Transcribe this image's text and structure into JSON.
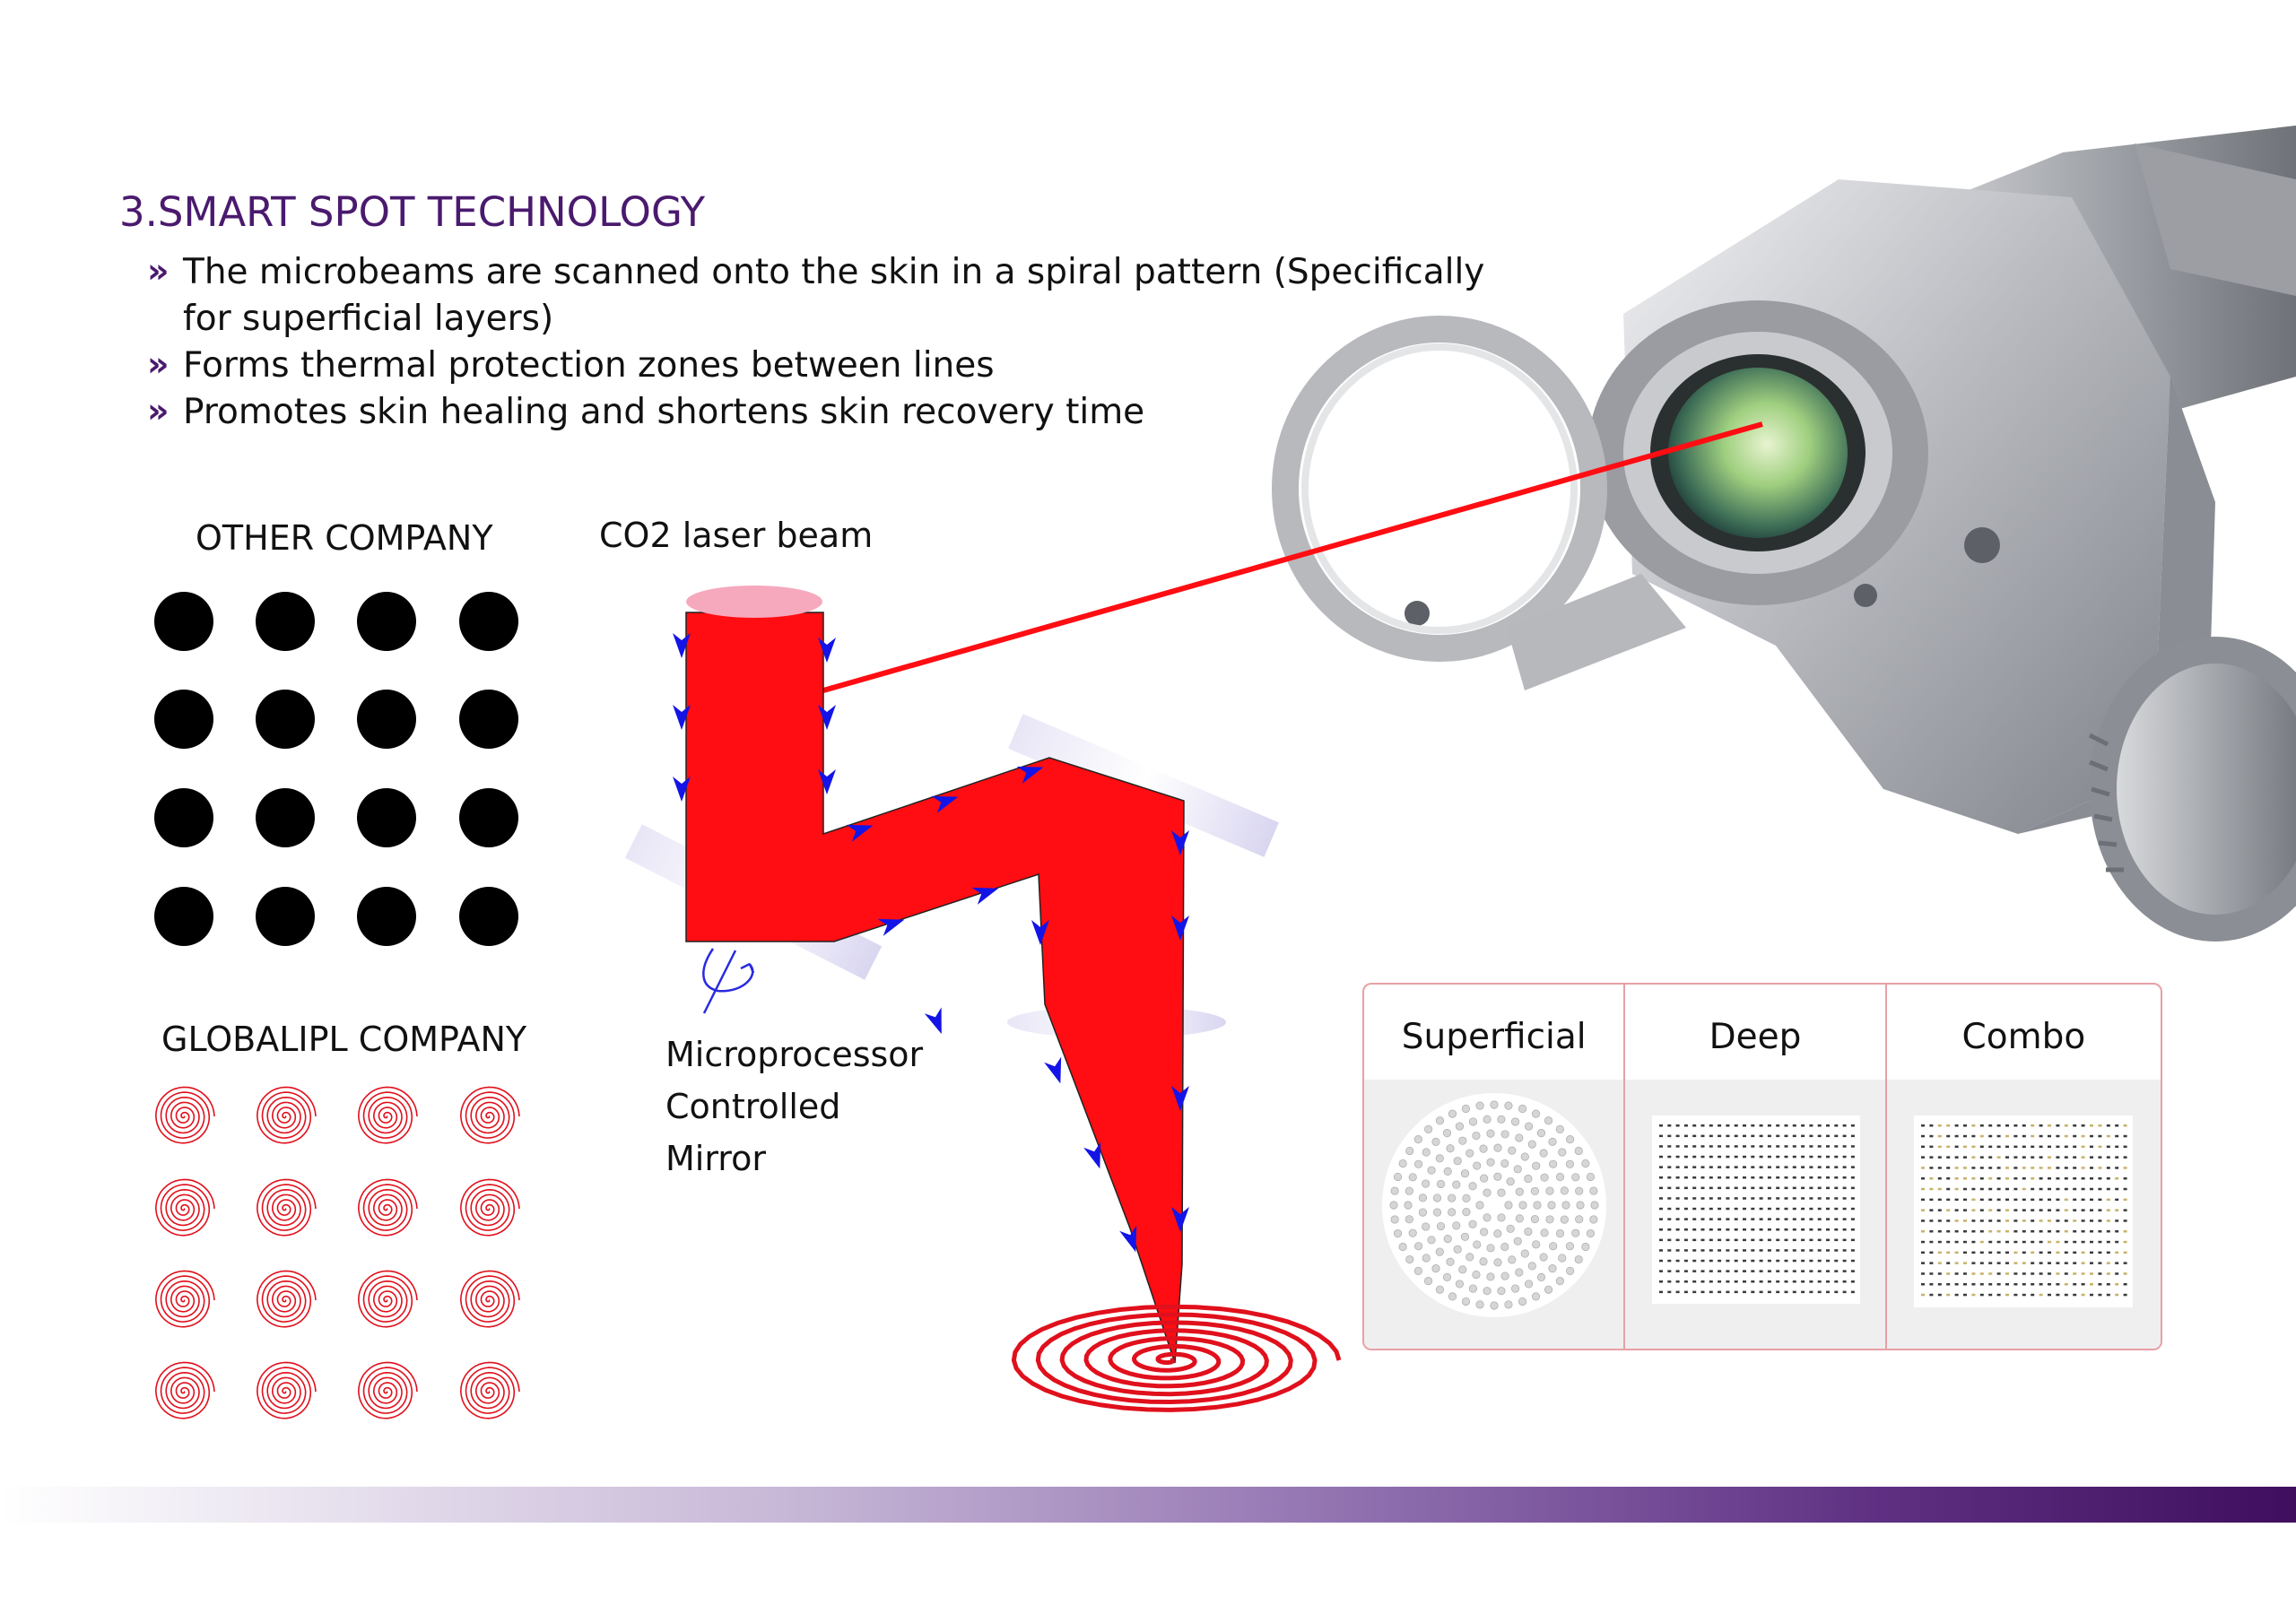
{
  "title": "3.SMART SPOT TECHNOLOGY",
  "bullet_marker": "»",
  "bullets": [
    "The microbeams are scanned onto the skin in a spiral pattern (Specifically for superficial layers)",
    "Forms thermal protection zones between lines",
    "Promotes skin healing and shortens skin recovery time"
  ],
  "other_company_label": "OTHER COMPANY",
  "global_company_label": "GLOBALIPL COMPANY",
  "beam_label": "CO2 laser beam",
  "mirror_label": [
    "Microprocessor",
    "Controlled",
    "Mirror"
  ],
  "modes": [
    "Superficial",
    "Deep",
    "Combo"
  ],
  "colors": {
    "title": "#4a1a6e",
    "beam": "#ff0d12",
    "arrow": "#1414e6",
    "spiral": "#e0101c",
    "dot": "#000000",
    "panel_border": "#e7a0a6"
  },
  "dot_grid": {
    "rows": 4,
    "cols": 4
  },
  "spiral_grid": {
    "rows": 4,
    "cols": 4
  }
}
